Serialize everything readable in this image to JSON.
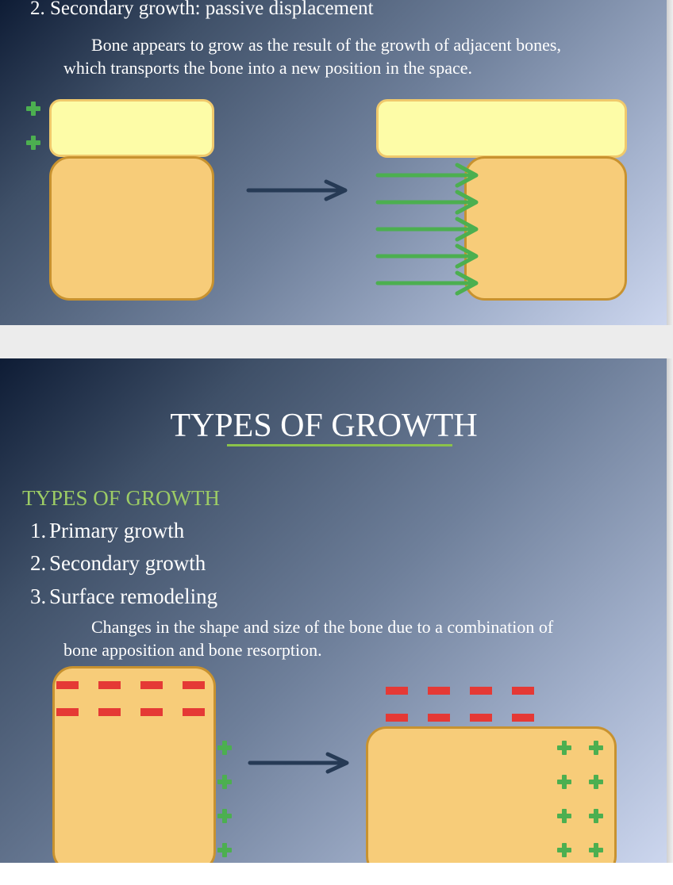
{
  "slide1": {
    "heading": "2. Secondary growth: passive displacement",
    "para_line1": "Bone appears to grow as the result of the growth of adjacent bones,",
    "para_line2": "which transports the bone into a new position in the space."
  },
  "slide2": {
    "title": "TYPES OF GROWTH",
    "subtitle": "TYPES OF GROWTH",
    "items": [
      {
        "num": "1.",
        "label": "Primary growth"
      },
      {
        "num": "2.",
        "label": "Secondary growth"
      },
      {
        "num": "3.",
        "label": "Surface remodeling"
      }
    ],
    "para_line1": "Changes in the shape and size of the bone due to a combination of",
    "para_line2": "bone apposition and bone resorption."
  },
  "colors": {
    "bone_fill": "#f7cc79",
    "bone_border": "#c8922f",
    "adjacent_bone_fill": "#fdfca7",
    "apposition_plus": "#4caf50",
    "resorption_minus": "#e53935",
    "arrow": "#263a55",
    "accent_green": "#9ccc65"
  },
  "icons": [
    "plus-icon",
    "minus-icon",
    "right-arrow-icon"
  ]
}
